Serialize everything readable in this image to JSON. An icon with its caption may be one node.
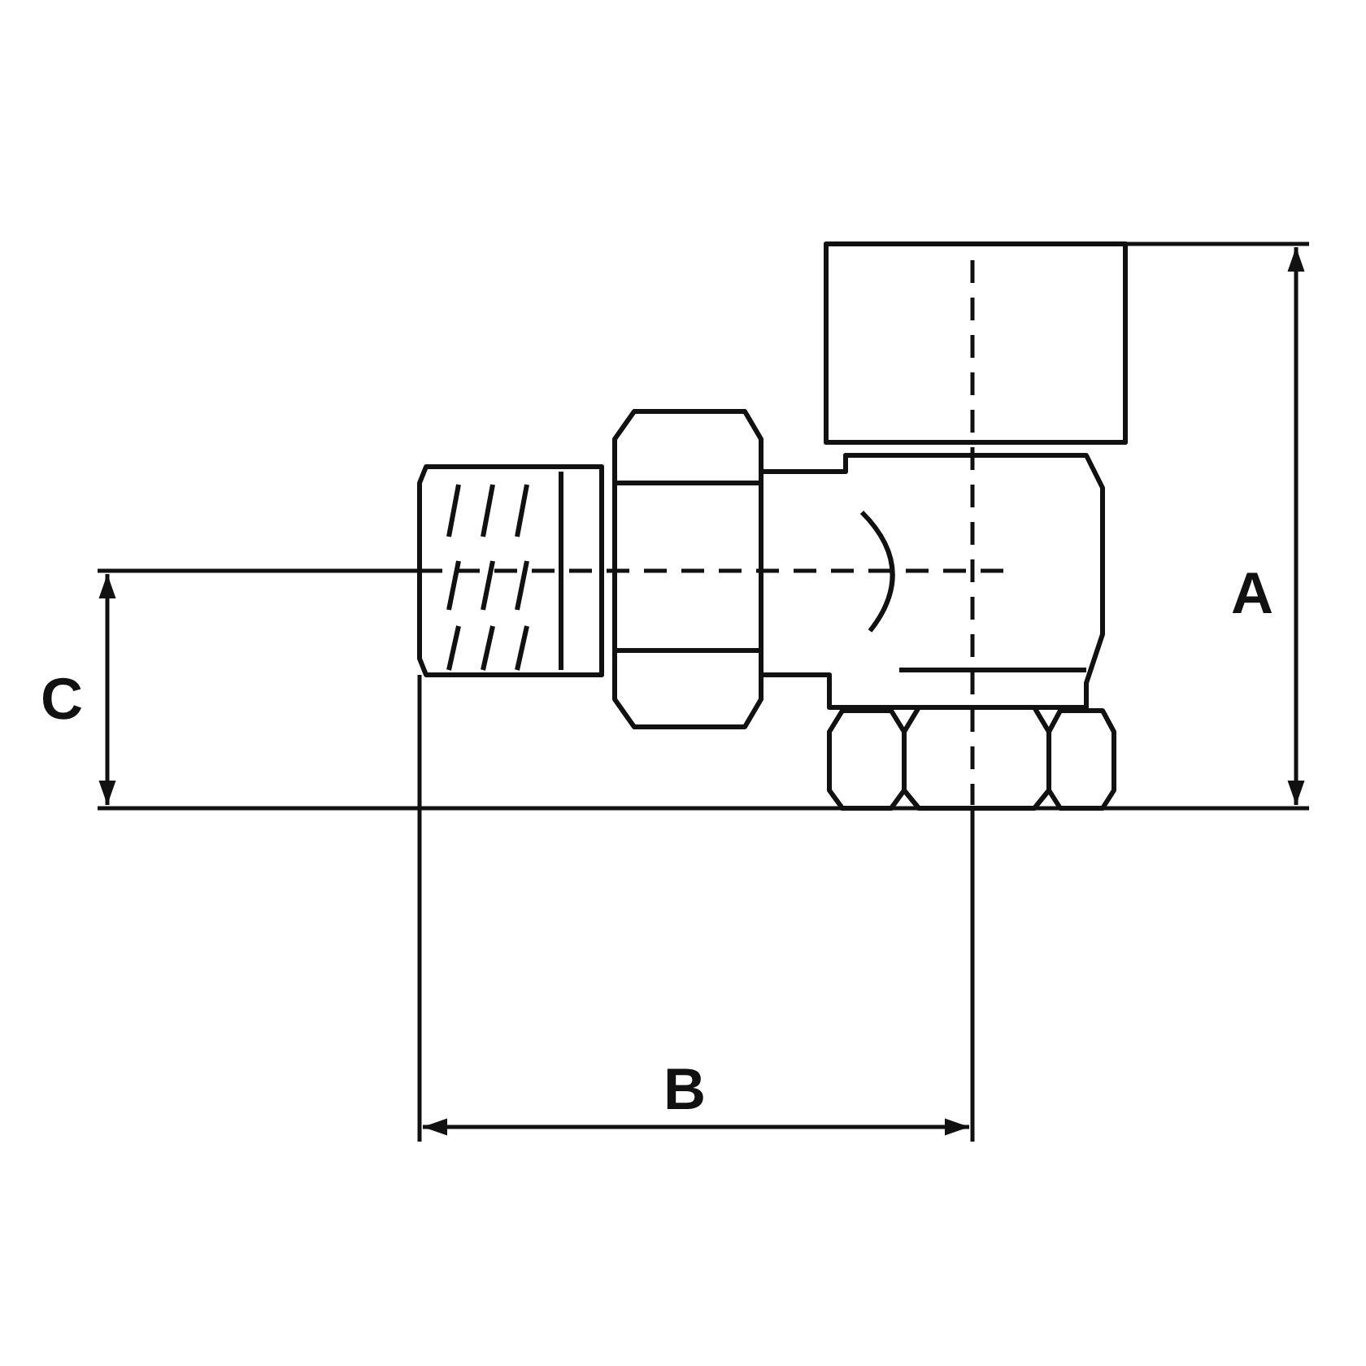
{
  "diagram": {
    "labels": [
      "A",
      "C",
      "B"
    ]
  }
}
